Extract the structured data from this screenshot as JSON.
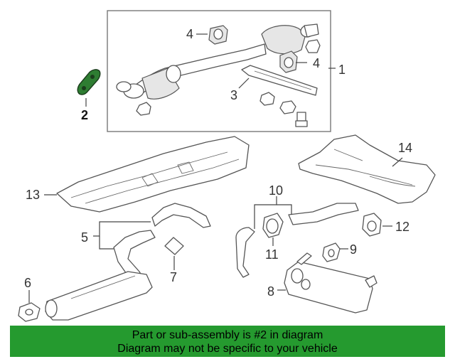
{
  "callouts": {
    "c1": "1",
    "c2": "2",
    "c3": "3",
    "c4a": "4",
    "c4b": "4",
    "c5": "5",
    "c6": "6",
    "c7": "7",
    "c8": "8",
    "c9": "9",
    "c10": "10",
    "c11": "11",
    "c12": "12",
    "c13": "13",
    "c14": "14"
  },
  "highlight": {
    "part_number": "2",
    "color": "#2e7d32"
  },
  "banner": {
    "line1": "Part or sub-assembly is #2 in diagram",
    "line2": "Diagram may not be specific to your vehicle",
    "background": "#259a2f"
  }
}
